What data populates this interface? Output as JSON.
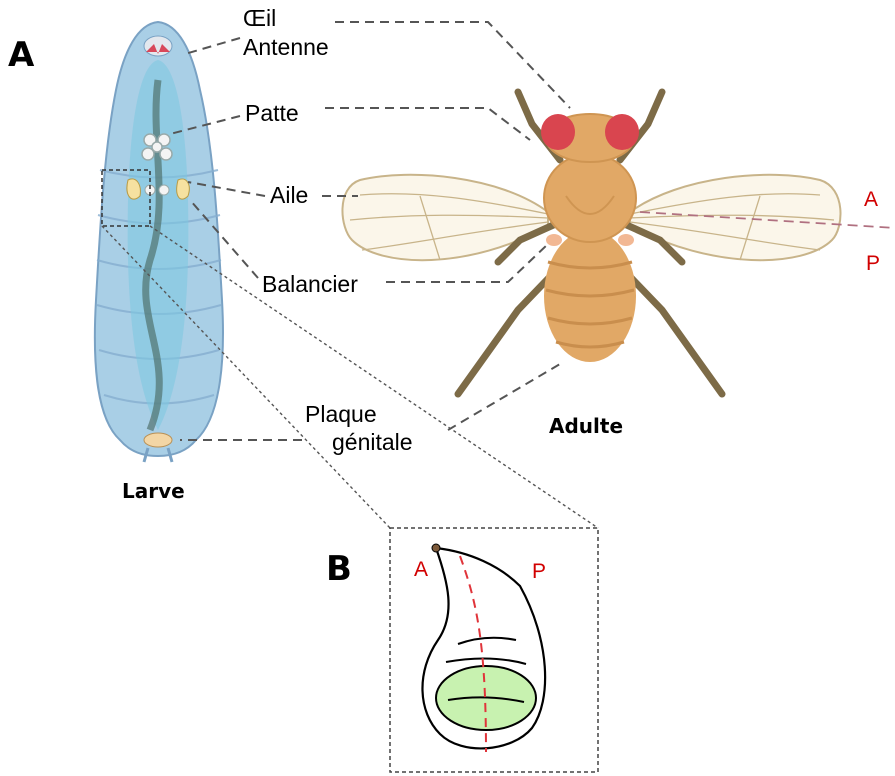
{
  "panels": {
    "a_letter": "A",
    "b_letter": "B"
  },
  "labels": {
    "eye": "Œil",
    "antenna": "Antenne",
    "leg": "Patte",
    "wing": "Aile",
    "haltere": "Balancier",
    "genital_plate_line1": "Plaque",
    "genital_plate_line2": "génitale"
  },
  "captions": {
    "larva": "Larve",
    "adult": "Adulte"
  },
  "axes": {
    "anterior": "A",
    "posterior": "P"
  },
  "colors": {
    "larva_body": "#a9cfe6",
    "larva_core": "#7cc8e0",
    "fly_body": "#e1a866",
    "fly_eye": "#d9454f",
    "fly_leg": "#7d6b47",
    "wing_fill": "#fbf6ea",
    "wing_vein": "#c8b48a",
    "disc_fill": "#c8f2b0",
    "axis_line": "#d10000"
  }
}
